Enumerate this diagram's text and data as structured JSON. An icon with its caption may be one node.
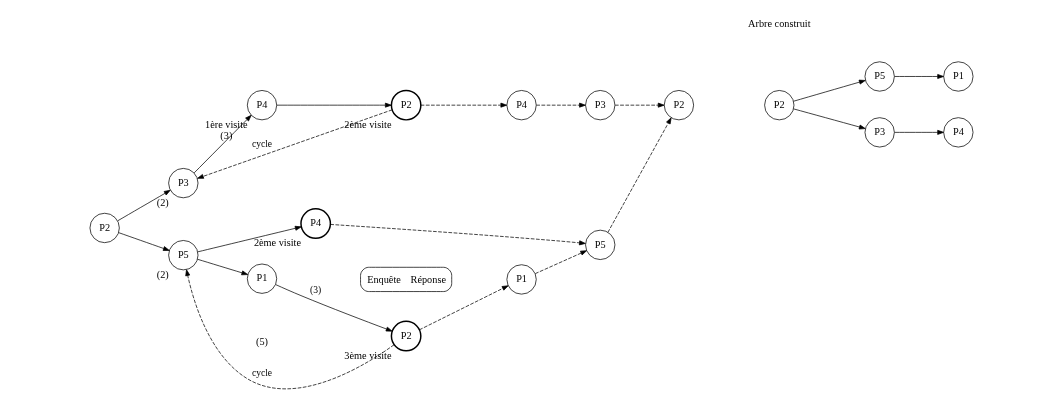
{
  "diagram": {
    "nodes": [
      {
        "text": [
          "P2"
        ]
      },
      {
        "text": [
          "P3"
        ],
        "beside": [
          "(2)"
        ]
      },
      {
        "text": [
          "P4"
        ],
        "beside": [
          "1ère visite",
          "(3)"
        ]
      },
      {
        "text": [
          "P2"
        ],
        "beside": [
          "2ème visite"
        ]
      },
      {
        "text": [
          "P4"
        ]
      },
      {
        "text": [
          "P3"
        ]
      },
      {
        "text": [
          "P2"
        ]
      },
      {
        "text": [
          "P5"
        ],
        "beside": [
          "(2)"
        ]
      },
      {
        "text": [
          "P4"
        ],
        "beside": [
          "2ème visite"
        ]
      },
      {
        "text": [
          "P1"
        ]
      },
      {
        "text": [
          "P2"
        ],
        "beside": [
          "3ème visite"
        ]
      },
      {
        "text": [
          "P1"
        ]
      },
      {
        "text": [
          "P5"
        ]
      },
      {
        "text": [
          "P2"
        ]
      },
      {
        "text": [
          "P5"
        ]
      },
      {
        "text": [
          "P3"
        ]
      },
      {
        "text": [
          "P1"
        ]
      },
      {
        "text": [
          "P4"
        ]
      }
    ],
    "edges": [
      {
        "from": 0,
        "to": 1,
        "arrow": "to"
      },
      {
        "from": 1,
        "to": 2,
        "arrow": "to"
      },
      {
        "from": 2,
        "to": 3,
        "arrow": "to"
      },
      {
        "from": 3,
        "to": 4,
        "arrow": "to",
        "style": "dashed"
      },
      {
        "from": 4,
        "to": 5,
        "arrow": "to",
        "style": "dashed"
      },
      {
        "from": 5,
        "to": 6,
        "arrow": "to",
        "style": "dashed"
      },
      {
        "from": 3,
        "to": 1,
        "arrow": "to",
        "style": "dashed",
        "label": "cycle"
      },
      {
        "from": 0,
        "to": 7,
        "arrow": "to"
      },
      {
        "from": 7,
        "to": 8,
        "arrow": "to"
      },
      {
        "from": 7,
        "to": 9,
        "arrow": "to"
      },
      {
        "from": 9,
        "to": 10,
        "arrow": "to",
        "label": "(3)"
      },
      {
        "from": 10,
        "to": 11,
        "arrow": "to",
        "style": "dashed"
      },
      {
        "from": 11,
        "to": 12,
        "arrow": "to",
        "style": "dashed"
      },
      {
        "from": 8,
        "to": 12,
        "arrow": "to",
        "style": "dashed"
      },
      {
        "from": 12,
        "to": 6,
        "arrow": "to",
        "style": "dashed"
      },
      {
        "from": 10,
        "to": 7,
        "arrow": "to",
        "style": "dashed",
        "label": "cycle"
      },
      {
        "from": 13,
        "to": 14,
        "arrow": "to"
      },
      {
        "from": 13,
        "to": 15,
        "arrow": "to"
      },
      {
        "from": 14,
        "to": 16,
        "arrow": "to"
      },
      {
        "from": 15,
        "to": 17,
        "arrow": "to"
      }
    ],
    "labels": [
      "(5)",
      "Arbre construit"
    ],
    "legend": [
      {
        "text": "Enquête"
      },
      {
        "text": "Réponse"
      }
    ]
  }
}
